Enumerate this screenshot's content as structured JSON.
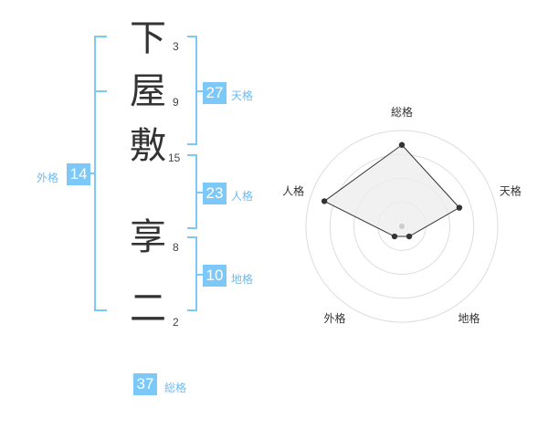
{
  "name": {
    "chars": [
      {
        "char": "下",
        "strokes": "3"
      },
      {
        "char": "屋",
        "strokes": "9"
      },
      {
        "char": "敷",
        "strokes": "15"
      },
      {
        "char": "享",
        "strokes": "8"
      },
      {
        "char": "二",
        "strokes": "2"
      }
    ]
  },
  "fortunes": {
    "tenkaku": {
      "value": "27",
      "label": "天格"
    },
    "jinkaku": {
      "value": "23",
      "label": "人格"
    },
    "chikaku": {
      "value": "10",
      "label": "地格"
    },
    "gaikaku": {
      "value": "14",
      "label": "外格"
    },
    "soukaku": {
      "value": "37",
      "label": "総格"
    }
  },
  "colors": {
    "accent": "#7cc8f8",
    "bracket": "#7cc8f8",
    "kanji": "#333333",
    "radar_fill": "#eeeeee",
    "radar_grid": "#dddddd"
  },
  "chart_data": {
    "type": "radar",
    "axes": [
      "総格",
      "天格",
      "地格",
      "外格",
      "人格"
    ],
    "values": [
      0.85,
      0.63,
      0.13,
      0.13,
      0.85
    ],
    "rmax": 1,
    "rings": 4
  }
}
